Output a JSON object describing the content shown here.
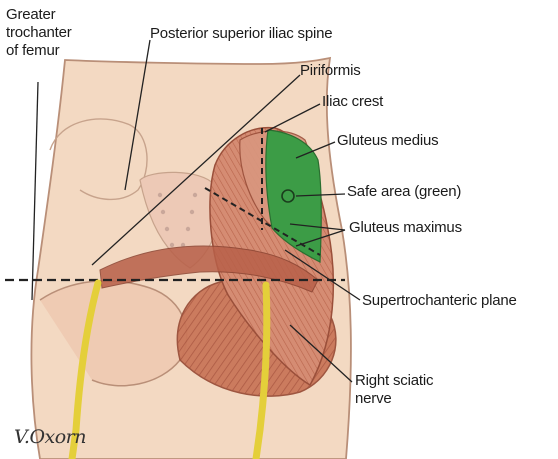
{
  "labels": {
    "greater_trochanter": [
      "Greater",
      "trochanter",
      "of femur"
    ],
    "psis": "Posterior superior iliac spine",
    "piriformis": "Piriformis",
    "iliac_crest": "Iliac crest",
    "gluteus_medius": "Gluteus medius",
    "safe_area": "Safe area (green)",
    "gluteus_maximus": "Gluteus maximus",
    "supertrochanteric_plane": "Supertrochanteric plane",
    "sciatic_nerve": [
      "Right sciatic",
      "nerve"
    ]
  },
  "signature": "V.Oxorn",
  "colors": {
    "skin": "#f3d9c2",
    "skin_outline": "#b98f78",
    "muscle": "#c96e55",
    "muscle_light": "#dba08a",
    "safe_area": "#3c9c46",
    "sciatic_nerve": "#e4cf3a",
    "leader_line": "#222222"
  }
}
